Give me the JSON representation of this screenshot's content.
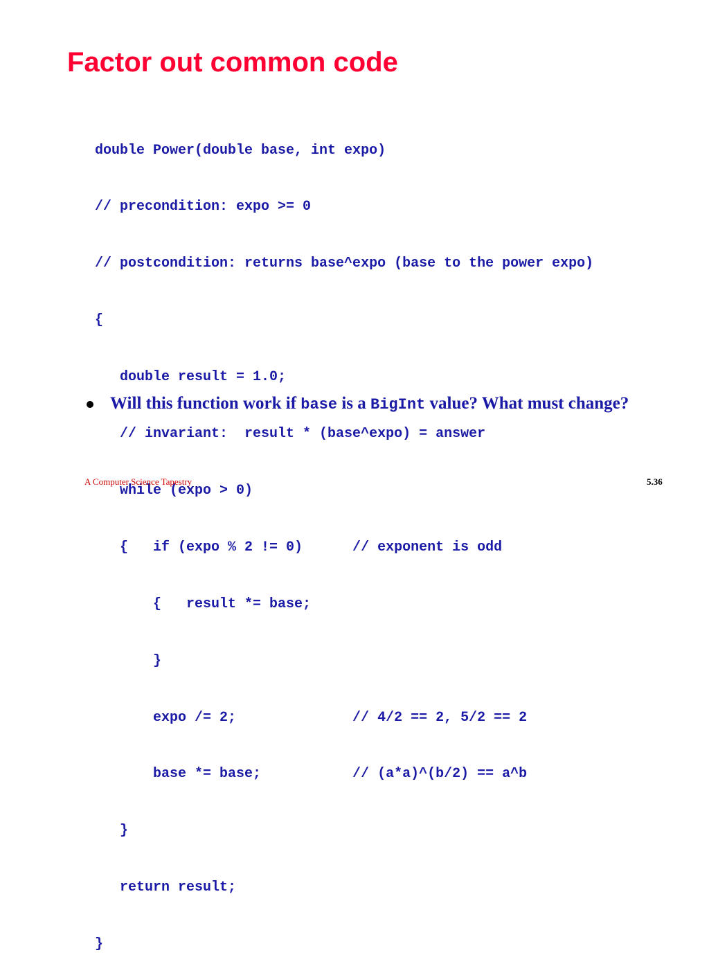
{
  "slide": {
    "title": "Factor out common code",
    "code_lines": [
      "double Power(double base, int expo)",
      "// precondition: expo >= 0",
      "// postcondition: returns base^expo (base to the power expo)",
      "{",
      "   double result = 1.0;",
      "   // invariant:  result * (base^expo) = answer",
      "   while (expo > 0)",
      "   {   if (expo % 2 != 0)      // exponent is odd",
      "       {   result *= base;",
      "       }",
      "       expo /= 2;              // 4/2 == 2, 5/2 == 2",
      "       base *= base;           // (a*a)^(b/2) == a^b",
      "   }",
      "   return result;",
      "}"
    ],
    "bullet": {
      "part1": "Will this function work if ",
      "code1": "base",
      "part2": " is a ",
      "code2": "BigInt",
      "part3": " value? What must change?"
    }
  },
  "footer": {
    "left": "A Computer Science Tapestry",
    "right": "5.36"
  },
  "colors": {
    "title": "#ff0033",
    "body_text": "#1a1aa6",
    "footer_left": "#cc0000",
    "bullet": "#000000"
  }
}
